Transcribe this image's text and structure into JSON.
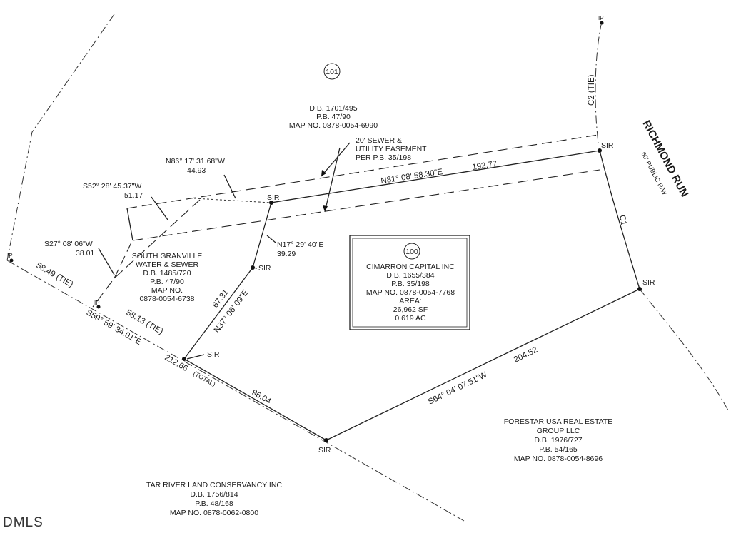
{
  "parcels": {
    "p101": {
      "number": "101",
      "db": "D.B. 1701/495",
      "pb": "P.B. 47/90",
      "map": "MAP NO. 0878-0054-6990"
    },
    "p100": {
      "number": "100",
      "owner": "CIMARRON CAPITAL INC",
      "db": "D.B. 1655/384",
      "pb": "P.B. 35/198",
      "map": "MAP NO. 0878-0054-7768",
      "area_label": "AREA:",
      "area_sf": "26,962 SF",
      "area_ac": "0.619 AC"
    },
    "south_granville": {
      "line1": "SOUTH GRANVILLE",
      "line2": "WATER & SEWER",
      "db": "D.B. 1485/720",
      "pb": "P.B. 47/90",
      "map1": "MAP NO.",
      "map2": "0878-0054-6738"
    },
    "forestar": {
      "line1": "FORESTAR USA REAL ESTATE",
      "line2": "GROUP LLC",
      "db": "D.B. 1976/727",
      "pb": "P.B. 54/165",
      "map": "MAP NO. 0878-0054-8696"
    },
    "tar_river": {
      "line1": "TAR RIVER LAND CONSERVANCY INC",
      "db": "D.B. 1756/814",
      "pb": "P.B. 48/168",
      "map": "MAP NO. 0878-0062-0800"
    }
  },
  "road": {
    "name": "RICHMOND RUN",
    "row": "60' PUBLIC R/W"
  },
  "easement": {
    "line1": "20' SEWER &",
    "line2": "UTILITY EASEMENT",
    "line3": "PER P.B. 35/198"
  },
  "bearings": {
    "north_line": "N81° 08' 58.30\"E",
    "north_dist": "192.77",
    "east_line": "S64° 04' 07.51\"W",
    "east_dist": "204.52",
    "south_line": "S59° 59' 34.01\"E",
    "south_total": "212.66",
    "south_total_note": "(TOTAL)",
    "south_seg": "96.04",
    "tie_58_13": "58.13 (TIE)",
    "tie_58_49": "58.49 (TIE)",
    "west_lower": "N37° 06' 09\"E",
    "west_lower_dist": "67.31",
    "west_upper": "N17° 29' 40\"E",
    "west_upper_dist": "39.29",
    "n86": "N86° 17' 31.68\"W",
    "n86_dist": "44.93",
    "s52": "S52° 28' 45.37\"W",
    "s52_dist": "51.17",
    "s27": "S27° 08' 06\"W",
    "s27_dist": "38.01",
    "c1": "C1",
    "c2": "C2 (TIE)"
  },
  "markers": {
    "sir": "SIR",
    "ip": "IP"
  },
  "watermark": "DMLS"
}
